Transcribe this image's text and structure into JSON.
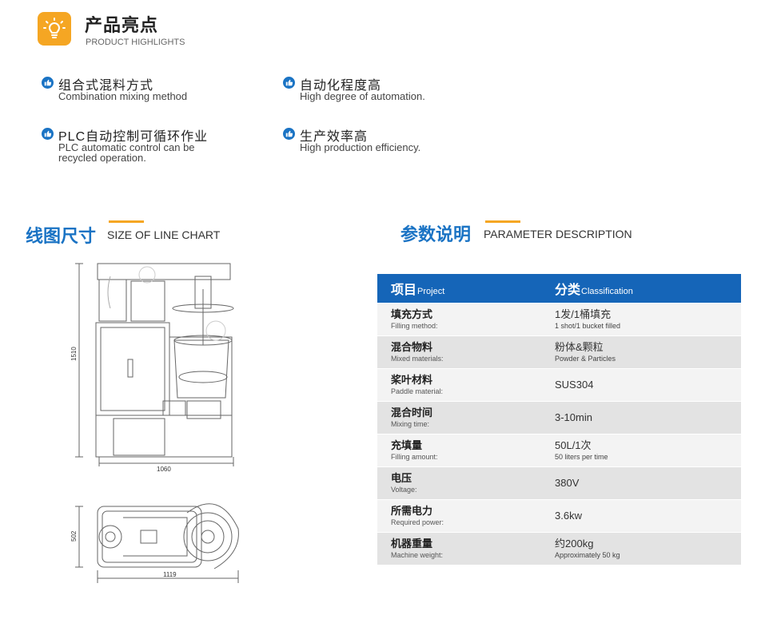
{
  "highlights": {
    "title": "产品亮点",
    "subtitle": "PRODUCT HIGHLIGHTS",
    "icon": "lightbulb-icon",
    "items": [
      {
        "cn": "组合式混料方式",
        "en": "Combination mixing method"
      },
      {
        "cn": "自动化程度高",
        "en": "High degree of automation."
      },
      {
        "cn": "PLC自动控制可循环作业",
        "en": "PLC automatic control can be recycled operation."
      },
      {
        "cn": "生产效率高",
        "en": "High production efficiency."
      }
    ]
  },
  "line_chart": {
    "title": "线图尺寸",
    "subtitle": "SIZE OF LINE CHART",
    "dim_height": "1510",
    "dim_width_front": "1060",
    "dim_depth": "502",
    "dim_width_top": "1119"
  },
  "params": {
    "title": "参数说明",
    "subtitle": "PARAMETER DESCRIPTION",
    "header": {
      "project_cn": "项目",
      "project_en": "Project",
      "class_cn": "分类",
      "class_en": "Classification"
    },
    "rows": [
      {
        "label_cn": "填充方式",
        "label_en": "Filling method:",
        "value_cn": "1发/1桶填充",
        "value_en": "1 shot/1 bucket filled"
      },
      {
        "label_cn": "混合物料",
        "label_en": "Mixed materials:",
        "value_cn": "粉体&颗粒",
        "value_en": "Powder & Particles"
      },
      {
        "label_cn": "桨叶材料",
        "label_en": "Paddle material:",
        "value": "SUS304"
      },
      {
        "label_cn": "混合时间",
        "label_en": "Mixing time:",
        "value": "3-10min"
      },
      {
        "label_cn": "充填量",
        "label_en": "Filling amount:",
        "value_cn": "50L/1次",
        "value_en": "50 liters per time"
      },
      {
        "label_cn": "电压",
        "label_en": "Voltage:",
        "value": "380V"
      },
      {
        "label_cn": "所需电力",
        "label_en": "Required power:",
        "value": "3.6kw"
      },
      {
        "label_cn": "机器重量",
        "label_en": "Machine weight:",
        "value_cn": "约200kg",
        "value_en": "Approximately 50 kg"
      }
    ]
  },
  "colors": {
    "accent": "#f5a623",
    "brand": "#1565b8",
    "title_blue": "#1a73c4"
  }
}
